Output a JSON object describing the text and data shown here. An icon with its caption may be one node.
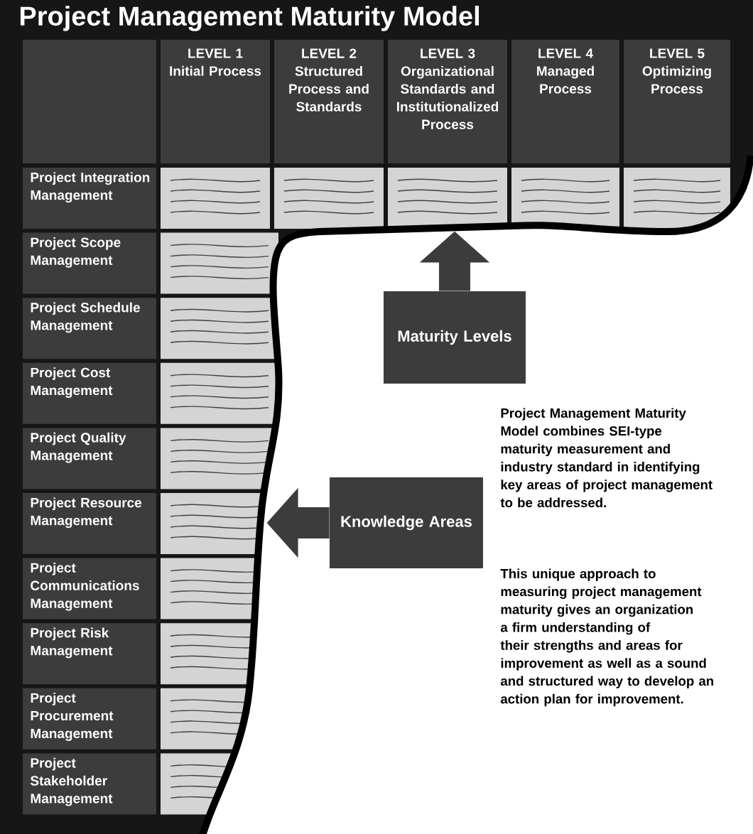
{
  "diagram": {
    "title": "Project Management Maturity Model",
    "nodes": [
      {
        "text": [
          "LEVEL 1",
          "Initial Process"
        ]
      },
      {
        "text": [
          "LEVEL 2",
          "Structured Process and Standards"
        ]
      },
      {
        "text": [
          "LEVEL 3",
          "Organizational Standards and Institutionalized Process"
        ]
      },
      {
        "text": [
          "LEVEL 4",
          "Managed Process"
        ]
      },
      {
        "text": [
          "LEVEL 5",
          "Optimizing Process"
        ]
      },
      {
        "text": [
          "Project Integration Management"
        ]
      },
      {
        "text": [
          "Project Scope Management"
        ]
      },
      {
        "text": [
          "Project Schedule Management"
        ]
      },
      {
        "text": [
          "Project Cost Management"
        ]
      },
      {
        "text": [
          "Project Quality Management"
        ]
      },
      {
        "text": [
          "Project Resource Management"
        ]
      },
      {
        "text": [
          "Project Communications Management"
        ]
      },
      {
        "text": [
          "Project Risk Management"
        ]
      },
      {
        "text": [
          "Project Procurement Management"
        ]
      },
      {
        "text": [
          "Project Stakeholder Management"
        ]
      },
      {
        "text": [
          "Maturity Levels"
        ]
      },
      {
        "text": [
          "Knowledge Areas"
        ]
      }
    ],
    "edges": [
      {
        "from": 15,
        "to": null,
        "arrow": "to"
      },
      {
        "from": 16,
        "to": null,
        "arrow": "to"
      }
    ],
    "labels": [
      "Project Management Maturity Model combines SEI-type maturity measurement and industry standard in identifying key areas of project management to be addressed.",
      "This unique approach to measuring project management maturity gives an organization a firm understanding of their strengths and areas for improvement as well as a sound and structured way to develop an action plan for improvement."
    ]
  }
}
